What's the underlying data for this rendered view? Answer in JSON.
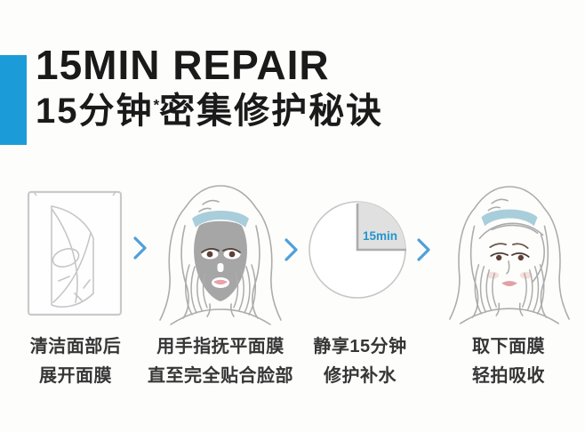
{
  "header": {
    "title_en": "15MIN REPAIR",
    "title_zh_prefix": "15分钟",
    "title_zh_asterisk": "*",
    "title_zh_suffix": "密集修护秘诀"
  },
  "steps": [
    {
      "name": "unfold-mask",
      "caption_line1": "清洁面部后",
      "caption_line2": "展开面膜"
    },
    {
      "name": "smooth-mask",
      "caption_line1": "用手指抚平面膜",
      "caption_line2": "直至完全贴合脸部"
    },
    {
      "name": "wait-15min",
      "caption_line1": "静享15分钟",
      "caption_line2": "修护补水",
      "timer_label": "15min"
    },
    {
      "name": "remove-mask",
      "caption_line1": "取下面膜",
      "caption_line2": "轻拍吸收"
    }
  ],
  "icons": {
    "step_separator": "chevron-right"
  },
  "colors": {
    "accent_blue": "#1B9CD8",
    "arrow_blue": "#4FA0D9",
    "timer_text_blue": "#2496CE",
    "headband_blue": "#A9CEDB",
    "mask_gray": "#A6A6A6",
    "line_gray": "#ACACAC",
    "title_color": "#1A1A1A",
    "caption_color": "#363636",
    "background": "#FDFDFC"
  }
}
